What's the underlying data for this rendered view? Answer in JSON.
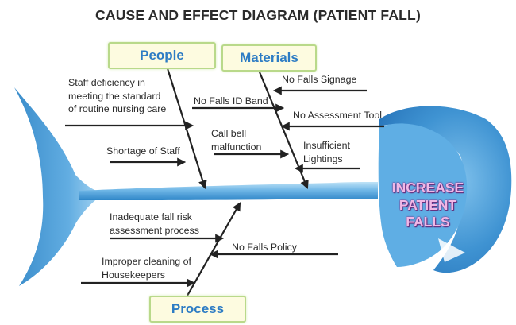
{
  "title": "CAUSE AND EFFECT DIAGRAM (PATIENT FALL)",
  "effect": [
    "INCREASE",
    "PATIENT",
    "FALLS"
  ],
  "colors": {
    "fish_dark": "#2f86c8",
    "fish_light": "#bfe3f7",
    "category_text": "#2d7cc4",
    "category_fill": "#fdfbe0",
    "category_border": "#b9d98a",
    "effect_text": "#f0b8e6"
  },
  "categories": {
    "people": {
      "label": "People",
      "causes": [
        [
          "Staff deficiency in",
          "meeting the standard",
          "of routine nursing care"
        ],
        [
          "Shortage of Staff"
        ]
      ]
    },
    "materials": {
      "label": "Materials",
      "causes": [
        [
          "No Falls Signage"
        ],
        [
          "No Falls ID Band"
        ],
        [
          "No Assessment Tool"
        ],
        [
          "Call bell",
          "malfunction"
        ],
        [
          "Insufficient",
          "Lightings"
        ]
      ]
    },
    "process": {
      "label": "Process",
      "causes": [
        [
          "Inadequate fall risk",
          "assessment process"
        ],
        [
          "No Falls Policy"
        ],
        [
          "Improper cleaning of",
          "Housekeepers"
        ]
      ]
    }
  }
}
